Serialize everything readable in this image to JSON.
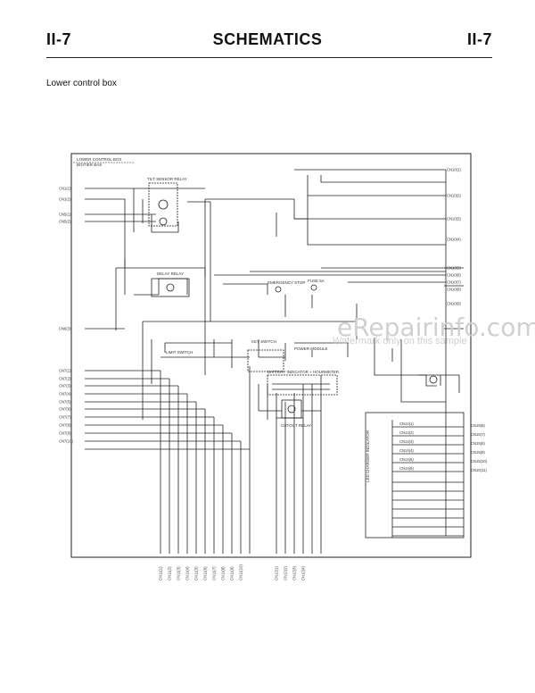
{
  "header": {
    "left": "II-7",
    "title": "SCHEMATICS",
    "right": "II-7"
  },
  "subtitle": "Lower control box",
  "box": {
    "title_line1": "LOWER CONTROL BOX",
    "title_line2": "BOITIER BAS"
  },
  "components": {
    "tilt_relay": "TILT SENSOR RELAY",
    "delay_relay": "DELAY RELAY",
    "emergency_stop": "EMERGENCY STOP",
    "fuse": "FUSE 5A",
    "key_switch": "KEY SWITCH",
    "power_module": "POWER MODULE",
    "cutout_relay": "CUTOUT RELAY",
    "led_indicator": "LED CHARGER INDICATOR",
    "battery_indicator": "BATTERY INDICATOR + HOURMETER",
    "limit_switch": "LIMIT SWITCH"
  },
  "left_terminals": [
    "CN1(1)",
    "CN1(2)",
    "CN5(1)",
    "CN5(2)",
    "CN6(3)",
    "CN7(1)",
    "CN7(2)",
    "CN7(3)",
    "CN7(4)",
    "CN7(5)",
    "CN7(6)",
    "CN7(7)",
    "CN7(8)",
    "CN7(9)",
    "CN7(10)"
  ],
  "right_terminals": [
    "CN10(1)",
    "CN10(2)",
    "CN10(3)",
    "CN10(4)",
    "CN10(5)",
    "CN10(6)",
    "CN10(7)",
    "CN10(8)",
    "CN10(9)"
  ],
  "led_terminals": [
    "CN14(1)",
    "CN14(2)",
    "CN14(3)",
    "CN14(4)",
    "CN14(5)",
    "CN14(6)"
  ],
  "led_outputs": [
    "CN15(6)",
    "CN15(7)",
    "CN15(8)",
    "CN15(9)",
    "CN15(10)",
    "CN15(11)"
  ],
  "bottom_terminals": [
    "CN11(1)",
    "CN11(2)",
    "CN11(3)",
    "CN11(4)",
    "CN11(5)",
    "CN11(6)",
    "CN11(7)",
    "CN11(8)",
    "CN11(9)",
    "CN11(10)",
    "CN12(1)",
    "CN12(2)",
    "CN12(3)",
    "CN12(4)"
  ],
  "watermark": {
    "main": "eRepairinfo.com",
    "sub": "Watermark only on this sample"
  }
}
